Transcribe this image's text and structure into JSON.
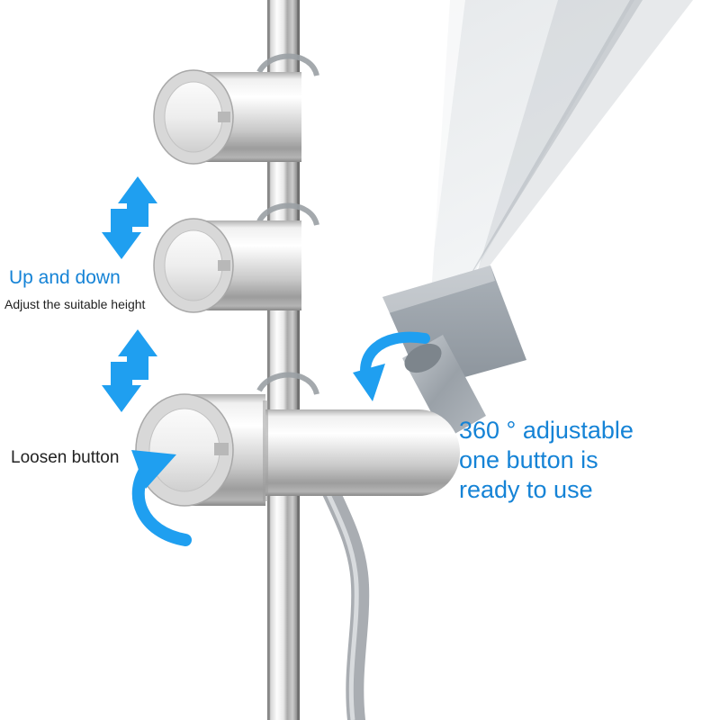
{
  "annotations": {
    "up_down": {
      "label": "Up and down",
      "sub": "Adjust the suitable height"
    },
    "loosen": {
      "label": "Loosen button"
    },
    "rotate": {
      "line1": "360 ° adjustable",
      "line2": "one button is",
      "line3": "ready to use"
    }
  },
  "colors": {
    "background": "#ffffff",
    "label_blue": "#1583d6",
    "arrow_blue": "#1f9ff0",
    "text_dark": "#222222",
    "chrome_light": "#f5f5f5",
    "chrome_dark": "#8a8a8a"
  },
  "parts": {
    "rail": "shower-slide-rail",
    "knob_top": "slider-knob-top-position",
    "knob_middle": "slider-knob-middle-position",
    "bracket": "holder-bracket-with-loosen-button",
    "head": "shower-head",
    "hose": "shower-hose"
  }
}
